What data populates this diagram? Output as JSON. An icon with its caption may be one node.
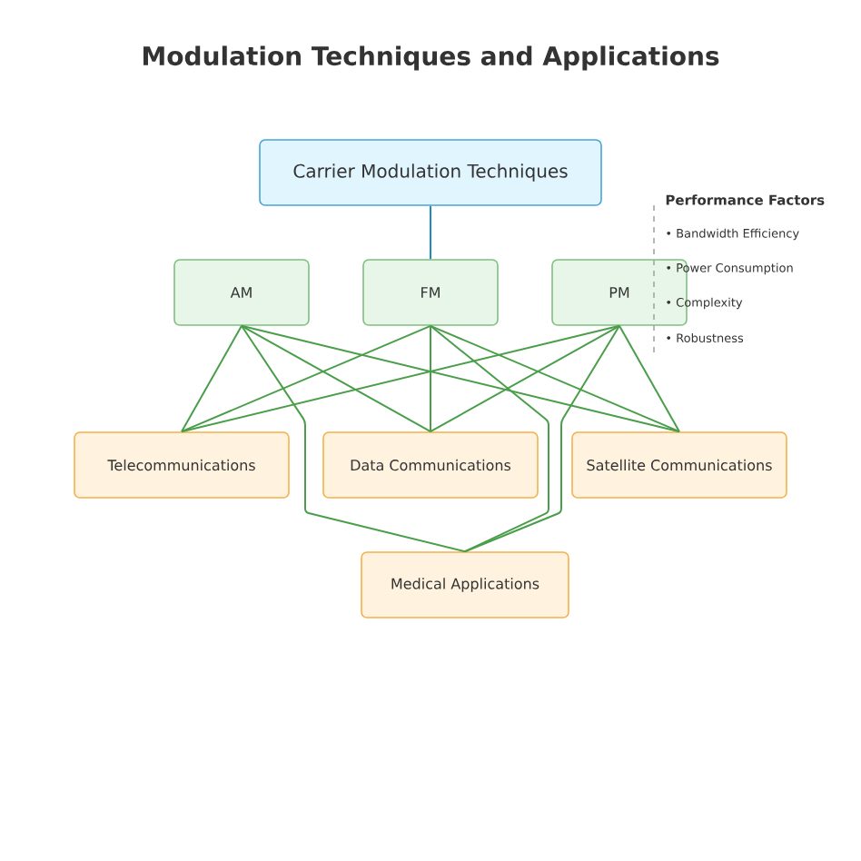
{
  "diagram": {
    "title": "Modulation Techniques and Applications",
    "nodes": [
      {
        "text": [
          "Carrier Modulation Techniques"
        ]
      },
      {
        "text": [
          "AM"
        ]
      },
      {
        "text": [
          "FM"
        ]
      },
      {
        "text": [
          "PM"
        ]
      },
      {
        "text": [
          "Telecommunications"
        ]
      },
      {
        "text": [
          "Data Communications"
        ]
      },
      {
        "text": [
          "Satellite Communications"
        ]
      },
      {
        "text": [
          "Medical Applications"
        ]
      }
    ],
    "edges": [
      {
        "from": 0,
        "to": 2,
        "arrow": "none",
        "color": "#1f8ac0"
      },
      {
        "from": 1,
        "to": 4,
        "arrow": "none"
      },
      {
        "from": 1,
        "to": 5,
        "arrow": "none"
      },
      {
        "from": 1,
        "to": 6,
        "arrow": "none"
      },
      {
        "from": 1,
        "to": 7,
        "arrow": "none"
      },
      {
        "from": 2,
        "to": 4,
        "arrow": "none"
      },
      {
        "from": 2,
        "to": 5,
        "arrow": "none"
      },
      {
        "from": 2,
        "to": 6,
        "arrow": "none"
      },
      {
        "from": 2,
        "to": 7,
        "arrow": "none"
      },
      {
        "from": 3,
        "to": 4,
        "arrow": "none"
      },
      {
        "from": 3,
        "to": 5,
        "arrow": "none"
      },
      {
        "from": 3,
        "to": 6,
        "arrow": "none"
      },
      {
        "from": 3,
        "to": 7,
        "arrow": "none"
      }
    ],
    "labels": [
      "Performance Factors",
      "• Bandwidth Efficiency",
      "• Power Consumption",
      "• Complexity",
      "• Robustness"
    ]
  }
}
